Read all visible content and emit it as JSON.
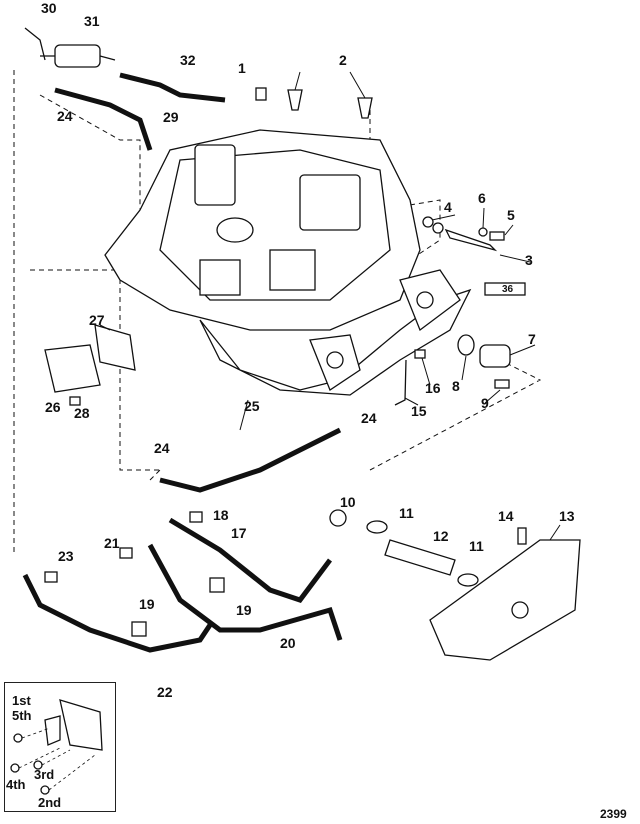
{
  "callouts": [
    "30",
    "31",
    "32",
    "1",
    "2",
    "24",
    "29",
    "4",
    "6",
    "5",
    "3",
    "7",
    "8",
    "9",
    "16",
    "15",
    "27",
    "26",
    "28",
    "25",
    "24",
    "24",
    "10",
    "11",
    "12",
    "11",
    "14",
    "13",
    "18",
    "21",
    "17",
    "23",
    "19",
    "19",
    "20",
    "22"
  ],
  "sealant_tube_label": "36",
  "inset": {
    "labels": [
      "1st",
      "5th",
      "4th",
      "3rd",
      "2nd"
    ]
  },
  "figure_number": "2399"
}
